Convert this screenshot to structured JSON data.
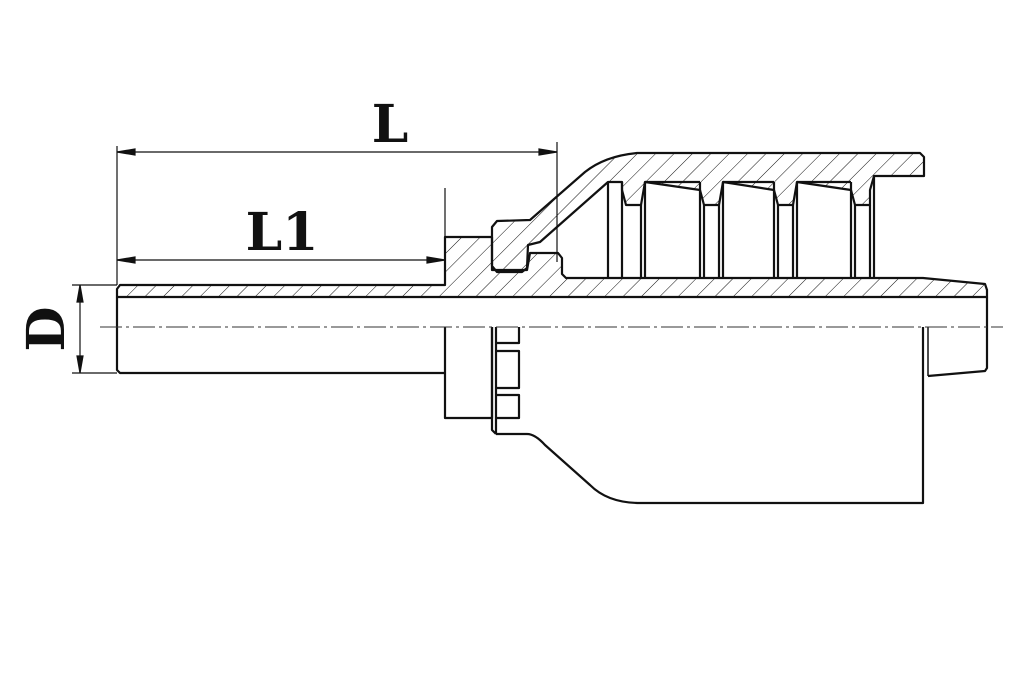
{
  "diagram": {
    "type": "hose fitting cross-section drawing",
    "dimensions": {
      "overall_length_label": "L",
      "tail_length_label": "L1",
      "diameter_label": "D"
    },
    "colors": {
      "line": "#111111",
      "background": "#ffffff"
    }
  }
}
